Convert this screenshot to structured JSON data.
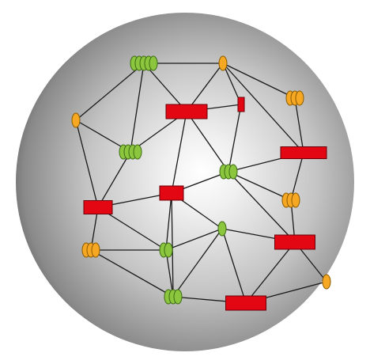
{
  "diagram": {
    "colors": {
      "background": "#ffffff",
      "sphere_highlight": "#ffffff",
      "sphere_mid": "#c8c8c8",
      "sphere_edge": "#4d4d4d",
      "edge_line": "#1a1a1a",
      "green_fill": "#8cc63f",
      "green_stroke": "#3d6b12",
      "orange_fill": "#f7a823",
      "orange_stroke": "#8a5a00",
      "red_fill": "#e30613",
      "red_stroke": "#6b0008"
    },
    "node_kinds": [
      "green-disc-stack",
      "orange-disc-stack",
      "red-rectangle"
    ]
  }
}
